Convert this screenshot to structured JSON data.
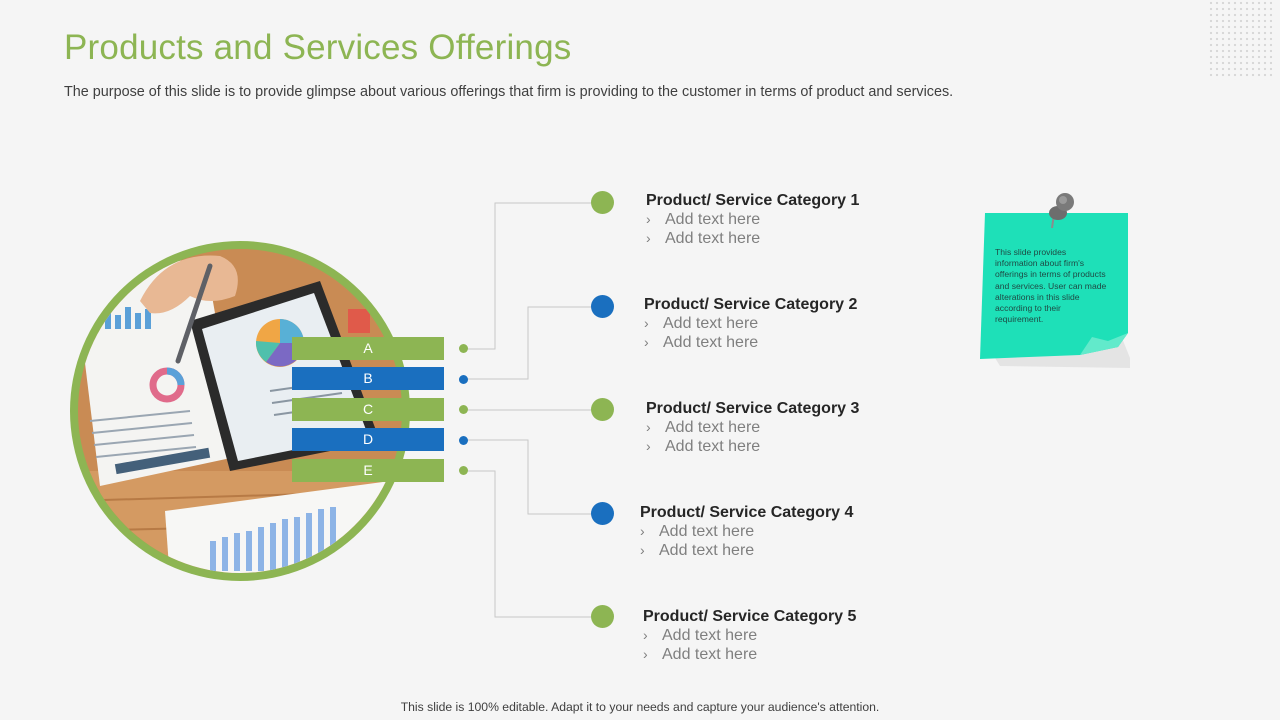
{
  "title": "Products and Services Offerings",
  "subtitle": "The purpose of this slide is to provide glimpse about various offerings that firm is providing to the customer in terms of product and services.",
  "footer": "This slide is 100% editable. Adapt it to your needs and capture your audience's attention.",
  "bars": [
    "A",
    "B",
    "C",
    "D",
    "E"
  ],
  "categories": [
    {
      "heading": "Product/ Service Category 1",
      "items": [
        "Add text here",
        "Add text here"
      ]
    },
    {
      "heading": "Product/ Service Category 2",
      "items": [
        "Add text here",
        "Add text here"
      ]
    },
    {
      "heading": "Product/ Service Category 3",
      "items": [
        "Add text here",
        "Add text here"
      ]
    },
    {
      "heading": "Product/ Service Category 4",
      "items": [
        "Add text here",
        "Add text here"
      ]
    },
    {
      "heading": "Product/ Service Category 5",
      "items": [
        "Add text here",
        "Add text here"
      ]
    }
  ],
  "note": "This slide provides information about firm's offerings in terms of products and services. User can made alterations in this slide according to their requirement.",
  "icons": {
    "bullet": "chevron-right-icon",
    "pin": "pushpin-icon",
    "photo": "report-photo"
  },
  "colors": {
    "green": "#8db553",
    "blue": "#1a6fbf",
    "note": "#1ee0b8"
  }
}
